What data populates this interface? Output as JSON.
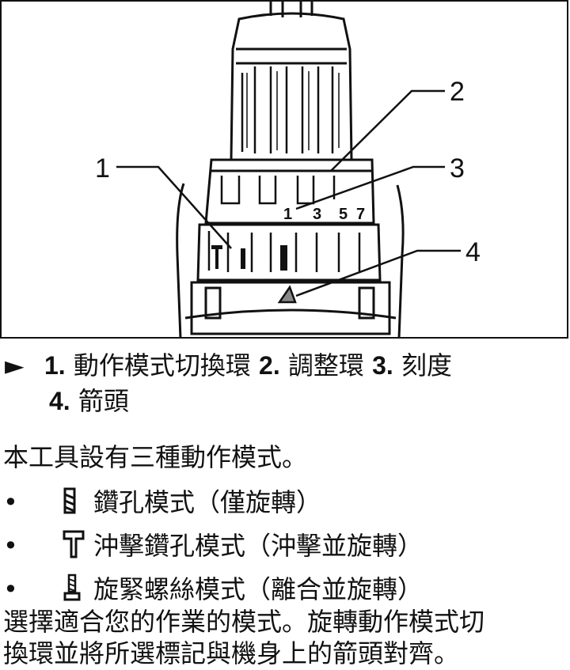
{
  "figure": {
    "callouts": [
      "1",
      "2",
      "3",
      "4"
    ],
    "scale": [
      "1",
      "3",
      "5",
      "7"
    ]
  },
  "caption": {
    "marker": "►",
    "items": [
      {
        "num": "1.",
        "text": "動作模式切換環"
      },
      {
        "num": "2.",
        "text": "調整環"
      },
      {
        "num": "3.",
        "text": "刻度"
      },
      {
        "num": "4.",
        "text": "箭頭"
      }
    ]
  },
  "intro": "本工具設有三種動作模式。",
  "modes": [
    {
      "bullet": "•",
      "icon": "drill-bit-icon",
      "text": "鑽孔模式（僅旋轉）"
    },
    {
      "bullet": "•",
      "icon": "hammer-icon",
      "text": "沖擊鑽孔模式（沖擊並旋轉）"
    },
    {
      "bullet": "•",
      "icon": "screw-icon",
      "text": "旋緊螺絲模式（離合並旋轉）"
    }
  ],
  "instructions": [
    "選擇適合您的作業的模式。旋轉動作模式切",
    "換環並將所選標記與機身上的箭頭對齊。"
  ]
}
